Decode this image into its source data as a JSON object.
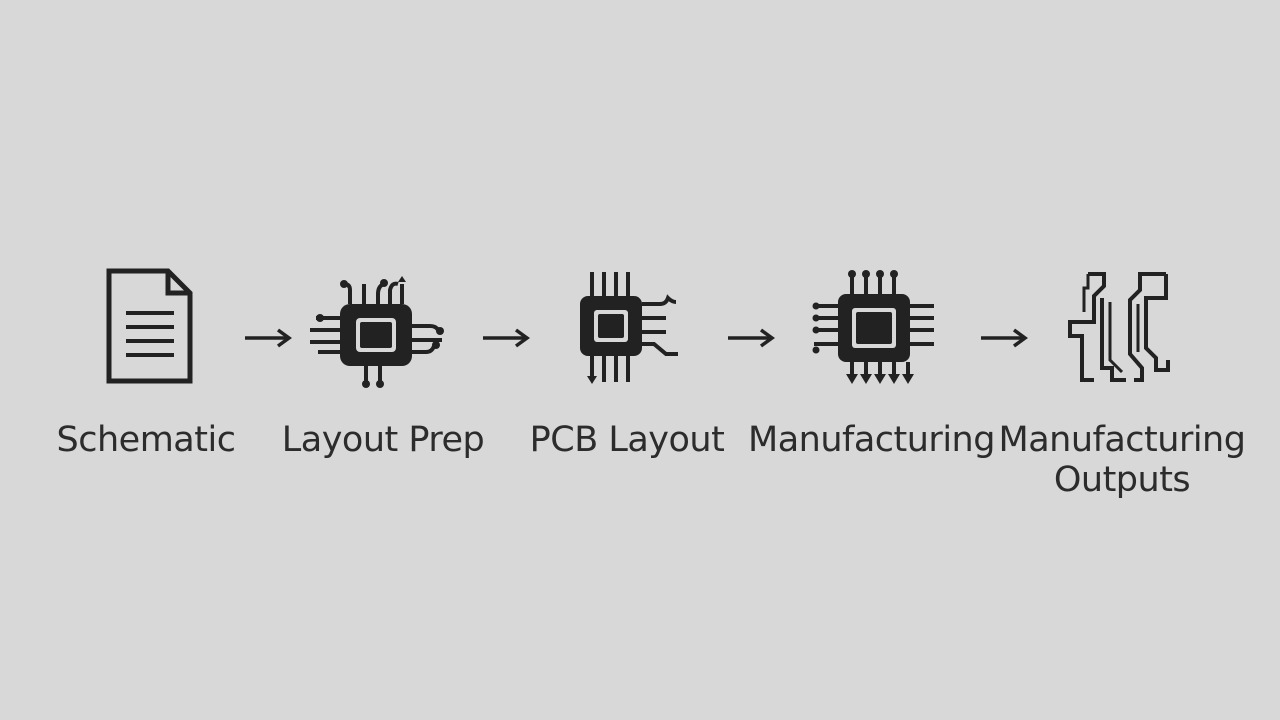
{
  "flow": {
    "steps": [
      {
        "label": "Schematic",
        "icon": "document-icon"
      },
      {
        "label": "Layout Prep",
        "icon": "chip-icon"
      },
      {
        "label": "PCB Layout",
        "icon": "chip-icon"
      },
      {
        "label": "Manufacturing",
        "icon": "chip-icon"
      },
      {
        "label_line1": "Manufacturing",
        "label_line2": "Outputs",
        "icon": "circuit-traces-icon"
      }
    ]
  },
  "colors": {
    "background": "#d8d8d8",
    "stroke": "#222222",
    "text": "#2c2c2c"
  }
}
